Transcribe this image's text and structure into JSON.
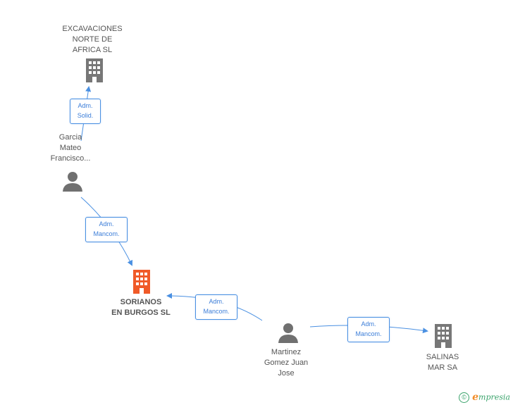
{
  "nodes": {
    "excavaciones": {
      "label_lines": [
        "EXCAVACIONES",
        "NORTE DE",
        "AFRICA SL"
      ]
    },
    "garcia": {
      "label_lines": [
        "Garcia",
        "Mateo",
        "Francisco..."
      ]
    },
    "sorianos": {
      "label_lines": [
        "SORIANOS",
        "EN BURGOS SL"
      ]
    },
    "martinez": {
      "label_lines": [
        "Martinez",
        "Gomez Juan",
        "Jose"
      ]
    },
    "salinas": {
      "label_lines": [
        "SALINAS",
        "MAR SA"
      ]
    }
  },
  "edges": {
    "garcia_excavaciones": {
      "lines": [
        "Adm.",
        "Solid."
      ]
    },
    "garcia_sorianos": {
      "lines": [
        "Adm.",
        "Mancom."
      ]
    },
    "martinez_sorianos": {
      "lines": [
        "Adm.",
        "Mancom."
      ]
    },
    "martinez_salinas": {
      "lines": [
        "Adm.",
        "Mancom."
      ]
    }
  },
  "footer": {
    "copyright_symbol": "©",
    "brand_initial": "e",
    "brand_rest": "mpresia"
  },
  "colors": {
    "edge": "#4a90e2",
    "building_gray": "#777777",
    "building_main": "#f05a28",
    "person": "#707070"
  },
  "icons": {
    "company": "building-icon",
    "person": "person-icon"
  }
}
